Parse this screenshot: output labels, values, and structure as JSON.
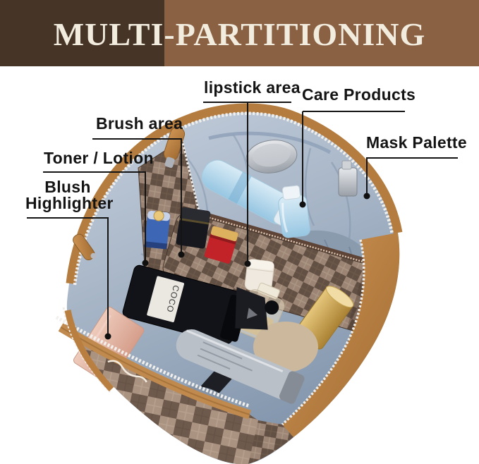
{
  "banner": {
    "title": "MULTI-PARTITIONING",
    "bg_left_color": "#463527",
    "bg_right_color": "#8a6143",
    "text_color": "#f2ecdf"
  },
  "annotations": {
    "lipstick": {
      "label": "lipstick area"
    },
    "care": {
      "label": "Care Products"
    },
    "brush": {
      "label": "Brush area"
    },
    "mask": {
      "label": "Mask Palette"
    },
    "toner": {
      "label": "Toner / Lotion"
    },
    "blush": {
      "line1": "Blush",
      "line2": "Highlighter"
    },
    "line_color": "#141414"
  },
  "scene": {
    "objects": [
      "checkered-cosmetic-bag",
      "silver-jar",
      "blue-spray-bottle",
      "chrome-pump-bottle",
      "blue-toner-bottle",
      "blue-cylinder",
      "black-lipstick",
      "red-lipstick",
      "white-jar",
      "clear-bottle",
      "gold-cylinder",
      "black-perfume-bottle",
      "black-sprayer-head",
      "silver-tube",
      "pink-palette",
      "gray-pouch",
      "checkered-inner-pouch",
      "zipper-pull-tab"
    ],
    "perfume_label": "COCO",
    "colors": {
      "bag_check_dark": "#635044",
      "bag_check_light": "#9c8574",
      "leather_trim": "#b97f40",
      "lining": "#a9b8c9",
      "zipper": "#f2f0ec"
    }
  }
}
